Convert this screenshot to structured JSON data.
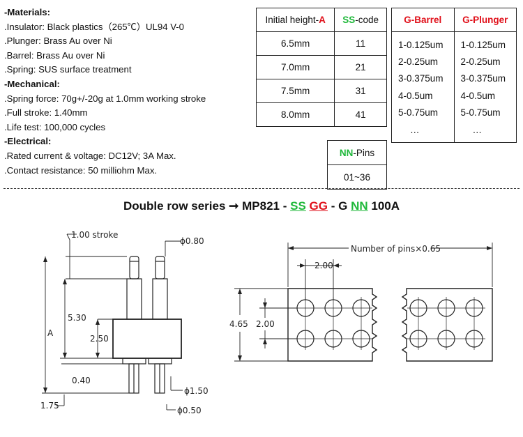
{
  "specs": {
    "materials_heading": "-Materials:",
    "materials": [
      ".Insulator: Black plastics（265℃）UL94 V-0",
      ".Plunger: Brass Au over Ni",
      ".Barrel: Brass Au over Ni",
      ".Spring: SUS surface treatment"
    ],
    "mechanical_heading": "-Mechanical:",
    "mechanical": [
      ".Spring force: 70g+/-20g at 1.0mm working stroke",
      ".Full stroke: 1.40mm",
      ".Life test: 100,000 cycles"
    ],
    "electrical_heading": "-Electrical:",
    "electrical": [
      ".Rated current & voltage: DC12V; 3A Max.",
      ".Contact resistance: 50 milliohm Max."
    ]
  },
  "height_table": {
    "header_a_prefix": "Initial height-",
    "header_a_letter": "A",
    "header_b_letters": "SS",
    "header_b_suffix": "-code",
    "rows": [
      {
        "height": "6.5mm",
        "code": "11"
      },
      {
        "height": "7.0mm",
        "code": "21"
      },
      {
        "height": "7.5mm",
        "code": "31"
      },
      {
        "height": "8.0mm",
        "code": "41"
      }
    ]
  },
  "plating_table": {
    "header_barrel": "G-Barrel",
    "header_plunger": "G-Plunger",
    "barrel": [
      "1-0.125um",
      "2-0.25um",
      "3-0.375um",
      "4-0.5um",
      "5-0.75um",
      "…"
    ],
    "plunger": [
      "1-0.125um",
      "2-0.25um",
      "3-0.375um",
      "4-0.5um",
      "5-0.75um",
      "…"
    ]
  },
  "pins_table": {
    "header_letters": "NN",
    "header_suffix": "-Pins",
    "value": "01~36"
  },
  "series_line": {
    "prefix": "Double row series",
    "arrow": "➞",
    "model": "MP821 -",
    "ss": "SS",
    "gg": "GG",
    "g": "- G",
    "nn": "NN",
    "suffix": "100A"
  },
  "drawing": {
    "stroke_label": "1.00 stroke",
    "top_dia": "ϕ0.80",
    "height_530": "5.30",
    "letter_a": "A",
    "height_250": "2.50",
    "dim_040": "0.40",
    "dim_175": "1.75",
    "dia_150": "ϕ1.50",
    "dia_050": "ϕ0.50",
    "num_pins": "Number of pins×0.65",
    "pitch_200": "2.00",
    "width_465": "4.65",
    "row_200": "2.00"
  },
  "colors": {
    "red": "#e0101a",
    "green": "#1fb83a"
  }
}
